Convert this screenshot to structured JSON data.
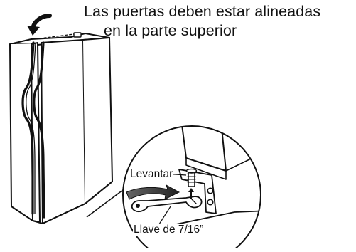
{
  "caption": {
    "line1": "Las puertas deben estar alineadas",
    "line2": "en la parte superior"
  },
  "inset": {
    "lift_label": "Levantar",
    "wrench_label": "Llave de 7/16”"
  },
  "icons": {
    "top_arrow": "curved-arrow-down-icon",
    "rotate_arrow": "rotate-arrow-icon",
    "lift_arrow": "arrow-up-icon"
  },
  "colors": {
    "line": "#111111",
    "background": "#ffffff",
    "arrow_fill": "#333333"
  }
}
